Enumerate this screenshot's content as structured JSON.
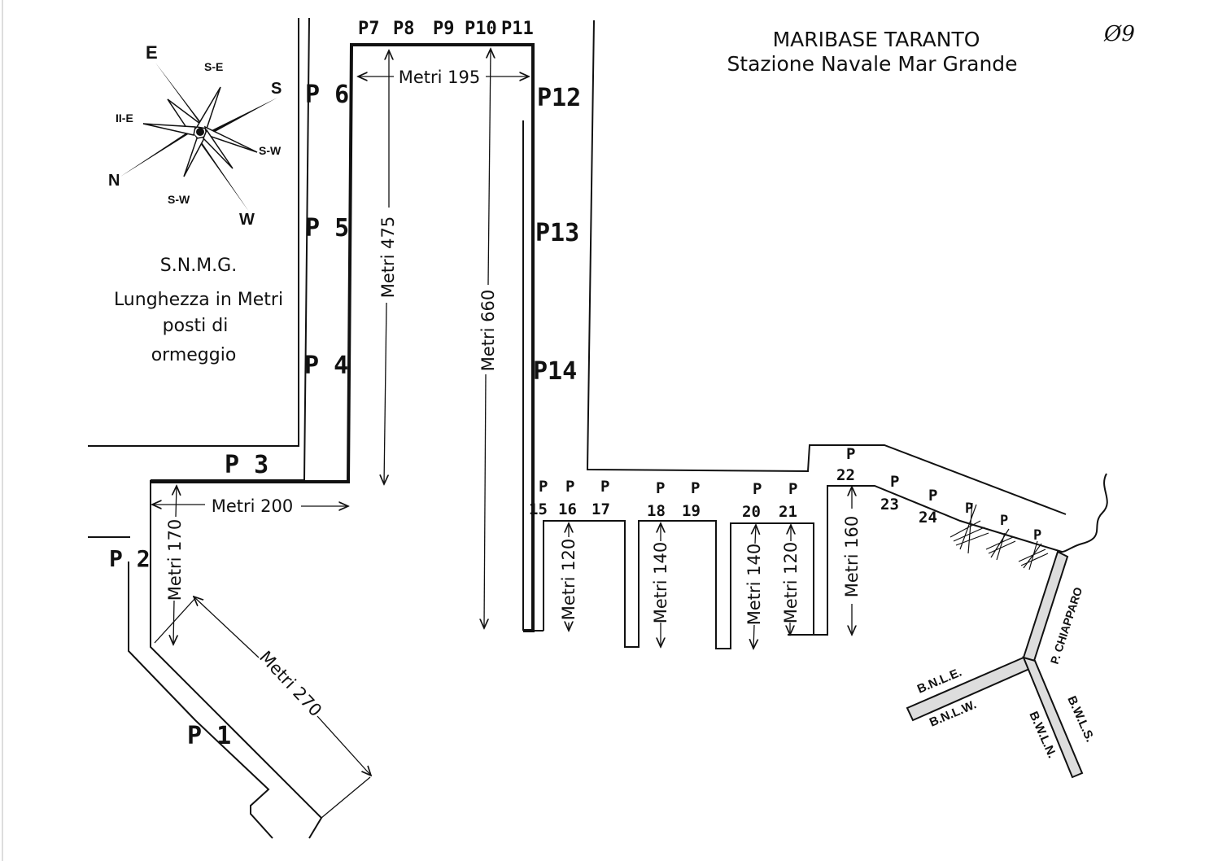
{
  "header": {
    "title": "MARIBASE TARANTO",
    "subtitle": "Stazione Navale Mar Grande",
    "page_mark": "Ø9"
  },
  "legend": {
    "line1": "S.N.M.G.",
    "line2": "Lunghezza in Metri",
    "line3": "posti di",
    "line4": "ormeggio"
  },
  "compass": {
    "n": "N",
    "s": "S",
    "e": "E",
    "w": "W",
    "se": "S-E",
    "ne": "II-E",
    "sw1": "S-W",
    "sw2": "S-W"
  },
  "berths": {
    "p1": "P 1",
    "p2": "P 2",
    "p3": "P 3",
    "p4": "P 4",
    "p5": "P 5",
    "p6": "P 6",
    "p7": "P7",
    "p8": "P8",
    "p9": "P9",
    "p10": "P10",
    "p11": "P11",
    "p12": "P12",
    "p13": "P13",
    "p14": "P14",
    "p": "P",
    "n15": "15",
    "n16": "16",
    "n17": "17",
    "n18": "18",
    "n19": "19",
    "n20": "20",
    "n21": "21",
    "n22": "22",
    "n23": "23",
    "n24": "24"
  },
  "dimensions": {
    "d195": "Metri 195",
    "d475": "Metri 475",
    "d660": "Metri 660",
    "d200": "Metri 200",
    "d170": "Metri 170",
    "d270": "Metri 270",
    "d120a": "Metri 120",
    "d140a": "Metri 140",
    "d140b": "Metri 140",
    "d120b": "Metri 120",
    "d160": "Metri 160"
  },
  "breakwaters": {
    "chiapparo": "P. CHIAPPARO",
    "bnle": "B.N.L.E.",
    "bnlw": "B.N.L.W.",
    "bwls": "B.W.L.S.",
    "bwln": "B.W.L.N."
  }
}
